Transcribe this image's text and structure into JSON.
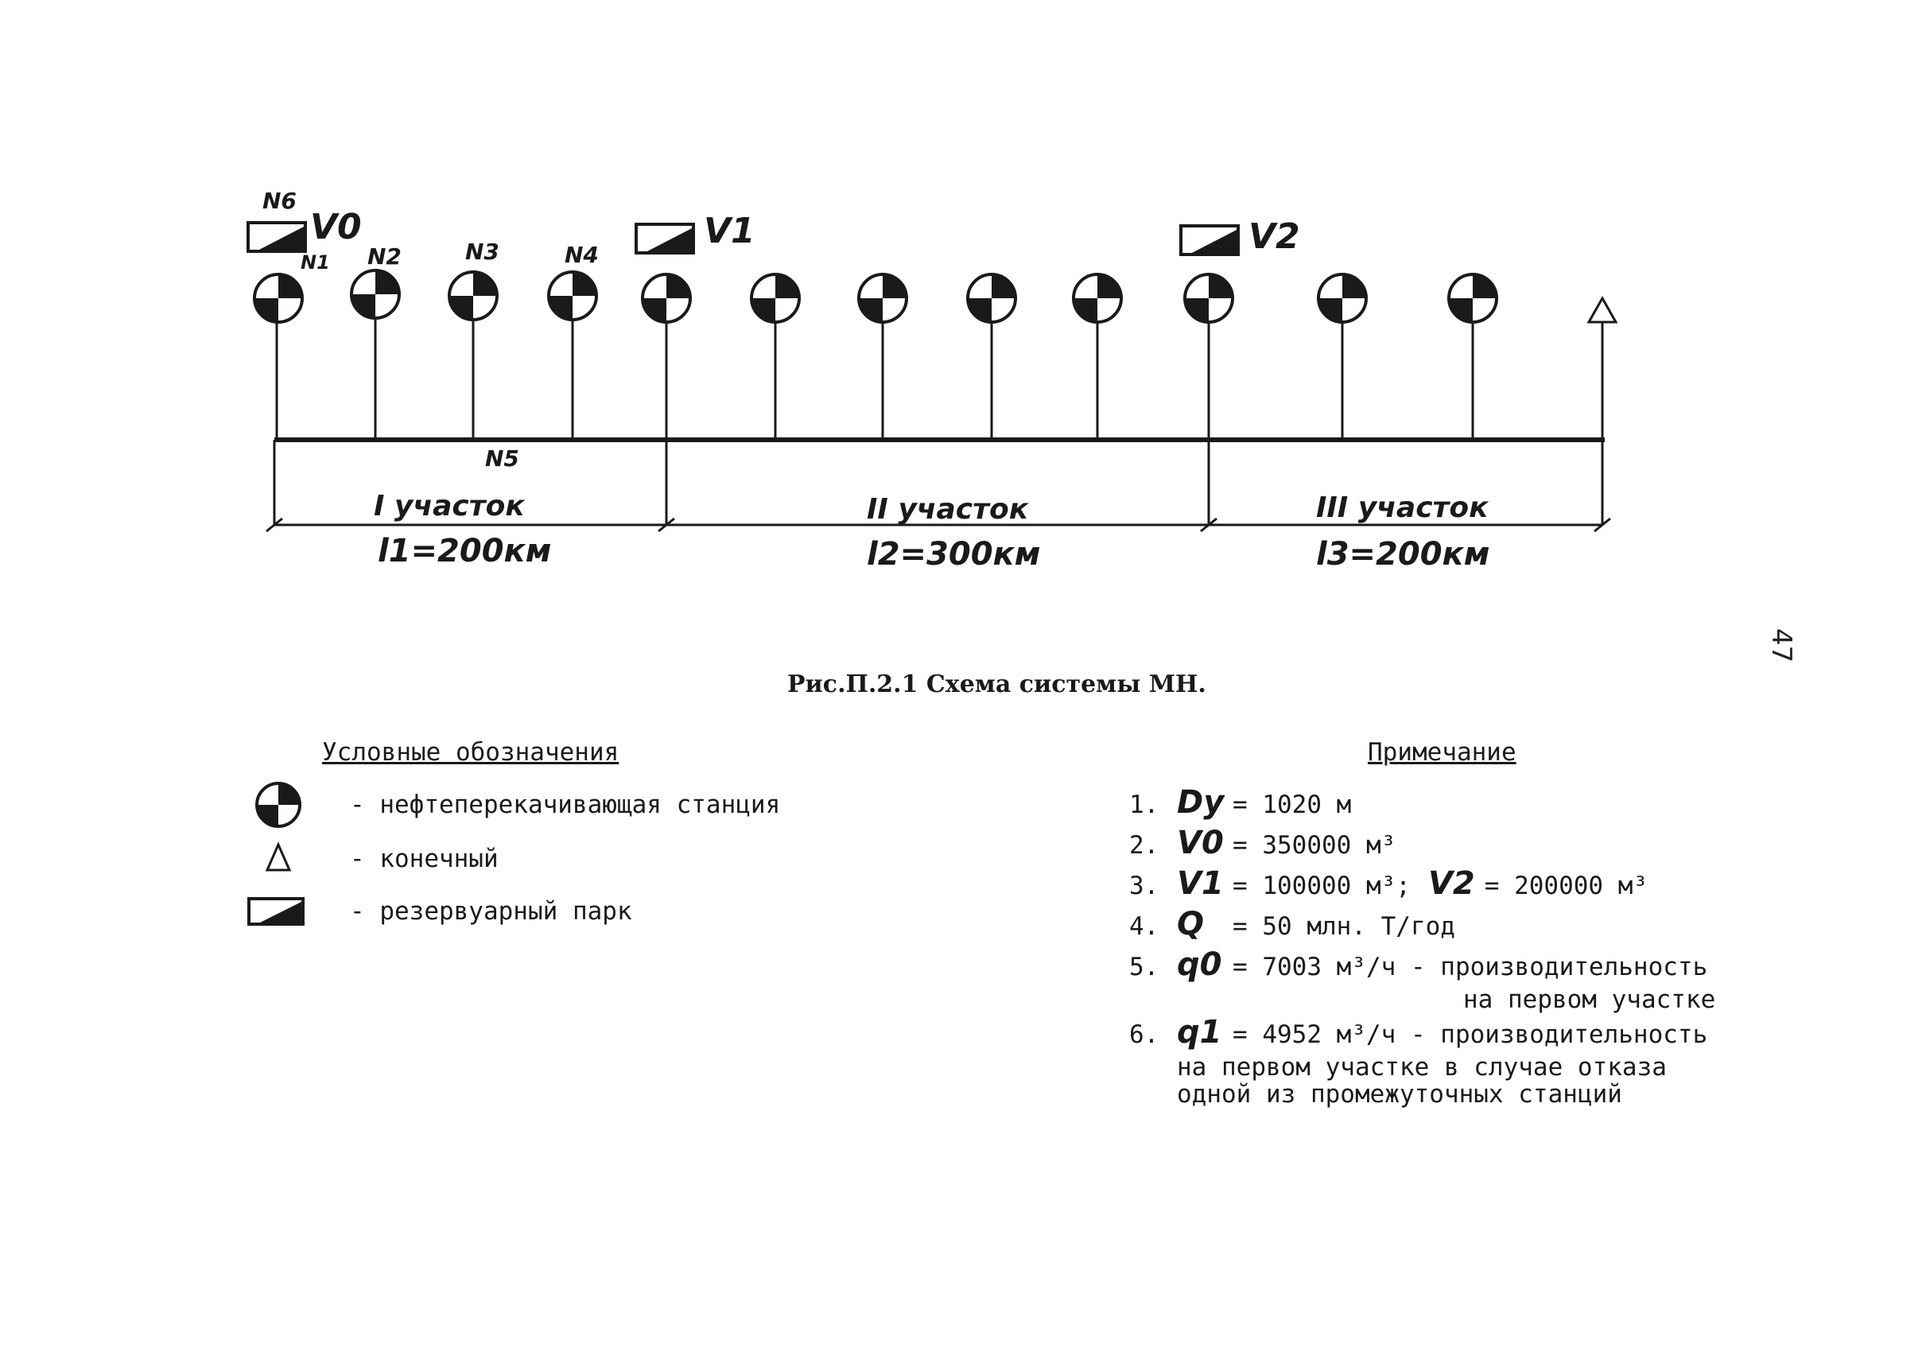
{
  "labels": {
    "n1": "N1",
    "n2": "N2",
    "n3": "N3",
    "n4": "N4",
    "n5": "N5",
    "n6": "N6",
    "v0": "V0",
    "v1": "V1",
    "v2": "V2",
    "section1": "I участок",
    "section2": "II участок",
    "section3": "III участок",
    "len1": "l1=200км",
    "len2": "l2=300км",
    "len3": "l3=200км"
  },
  "caption": "Рис.П.2.1 Схема системы МН.",
  "page_number": "47",
  "legend": {
    "title": "Условные обозначения",
    "items": [
      {
        "icon": "pump-station-icon",
        "text": "- нефтеперекачивающая станция"
      },
      {
        "icon": "terminal-triangle-icon",
        "text": "- конечный"
      },
      {
        "icon": "tank-farm-icon",
        "text": "- резервуарный парк"
      }
    ]
  },
  "notes": {
    "title": "Примечание",
    "items": [
      {
        "num": "1.",
        "sym": "Dy",
        "text": "= 1020 м"
      },
      {
        "num": "2.",
        "sym": "V0",
        "text": "= 350000 м³"
      },
      {
        "num": "3.",
        "sym": "V1",
        "text": "= 100000 м³;",
        "sym2": "V2",
        "text2": "= 200000 м³"
      },
      {
        "num": "4.",
        "sym": "Q",
        "text": "= 50 млн. Т/год"
      },
      {
        "num": "5.",
        "sym": "q0",
        "text": "= 7003 м³/ч - производительность",
        "cont": "на первом участке"
      },
      {
        "num": "6.",
        "sym": "q1",
        "text": "= 4952 м³/ч - производительность",
        "cont": "на первом участке в случае отказа",
        "cont2": "одной из промежуточных станций"
      }
    ]
  }
}
